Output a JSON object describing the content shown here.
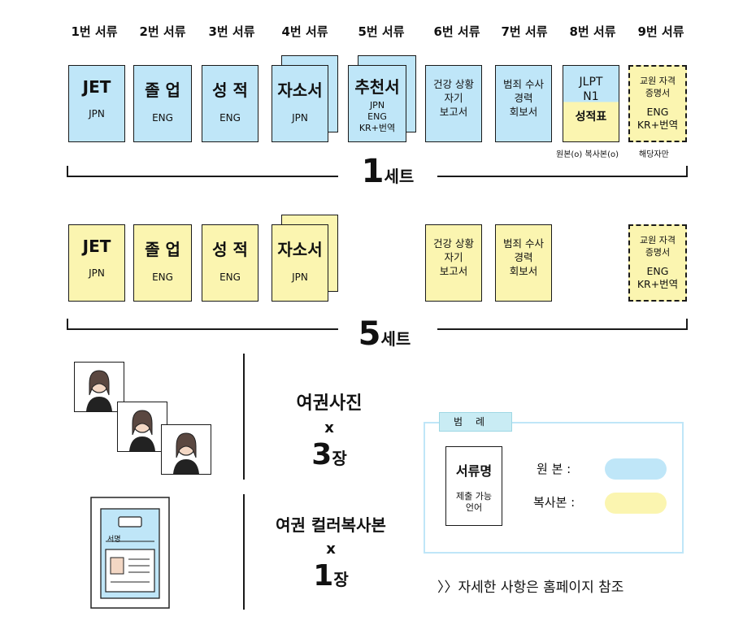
{
  "columns": [
    "1번 서류",
    "2번 서류",
    "3번 서류",
    "4번 서류",
    "5번 서류",
    "6번 서류",
    "7번 서류",
    "8번 서류",
    "9번 서류"
  ],
  "set1": {
    "docs": [
      {
        "title": "JET",
        "sub": "JPN"
      },
      {
        "title": "졸 업",
        "sub": "ENG"
      },
      {
        "title": "성 적",
        "sub": "ENG"
      },
      {
        "title": "자소서",
        "sub": "JPN"
      },
      {
        "title": "추천서",
        "sub_lines": [
          "JPN",
          "ENG",
          "KR+번역"
        ]
      },
      {
        "lines": [
          "건강 상황",
          "자기",
          "보고서"
        ]
      },
      {
        "lines": [
          "범죄 수사",
          "경력",
          "회보서"
        ]
      },
      {
        "lines": [
          "JLPT",
          "N1",
          "성적표"
        ]
      },
      {
        "lines": [
          "교원 자격",
          "증명서"
        ],
        "sub_lines": [
          "ENG",
          "KR+번역"
        ]
      }
    ],
    "note8": "원본(o) 복사본(o)",
    "note9": "해당자만",
    "label_num": "1",
    "label_word": "세트"
  },
  "set5": {
    "docs": [
      {
        "title": "JET",
        "sub": "JPN"
      },
      {
        "title": "졸 업",
        "sub": "ENG"
      },
      {
        "title": "성 적",
        "sub": "ENG"
      },
      {
        "title": "자소서",
        "sub": "JPN"
      },
      {
        "lines": [
          "건강 상황",
          "자기",
          "보고서"
        ]
      },
      {
        "lines": [
          "범죄 수사",
          "경력",
          "회보서"
        ]
      },
      {
        "lines": [
          "교원 자격",
          "증명서"
        ],
        "sub_lines": [
          "ENG",
          "KR+번역"
        ]
      }
    ],
    "label_num": "5",
    "label_word": "세트"
  },
  "photos": {
    "line1": "여권사진",
    "line2": "x",
    "count": "3",
    "unit": "장"
  },
  "passport": {
    "line1": "여권 컬러복사본",
    "line2": "x",
    "count": "1",
    "unit": "장",
    "sign_label": "서명"
  },
  "legend": {
    "tag": "범례",
    "doc_name": "서류명",
    "doc_lang_lines": [
      "제출 가능",
      "언어"
    ],
    "original": "원 본 :",
    "copy": "복사본 :"
  },
  "footnote": "〉〉자세한 사항은 홈페이지 참조",
  "colors": {
    "original": "#bfe6f8",
    "copy": "#fbf5b0",
    "legend_border": "#bfe6f8"
  }
}
